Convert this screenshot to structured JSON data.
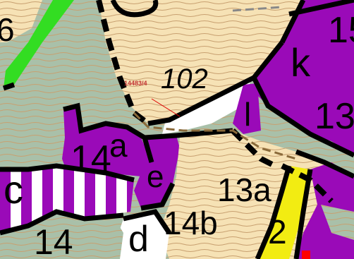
{
  "map": {
    "parcel_tag": "14483/4",
    "stand_labels": {
      "s102": "102",
      "s14a": "14",
      "s14a_letter": "a",
      "e": "e",
      "s13a": "13a",
      "s14b": "14b",
      "s14": "14",
      "c": "c",
      "d": "d",
      "k": "k",
      "s13": "13",
      "s15": "15",
      "s2": "2",
      "s6": "6",
      "l": "l"
    },
    "colors": {
      "forest_green": "#a9c0a9",
      "light_sand": "#f6e2b5",
      "magenta": "#9a0ab8",
      "bright_green": "#33dd22",
      "yellow": "#f2ec12",
      "contour": "#c8a070",
      "boundary": "#000000",
      "road": "#8a6a3a",
      "red_mark": "#ff0000"
    }
  }
}
